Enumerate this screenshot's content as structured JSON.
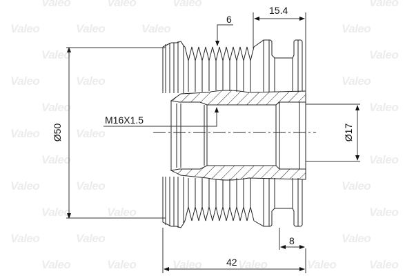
{
  "diagram": {
    "type": "technical-drawing",
    "subject": "alternator pulley cross-section",
    "watermark": "Valeo",
    "dimensions": {
      "groove_pitch": "6",
      "pulley_offset": "15.4",
      "thread": "M16X1.5",
      "outer_diameter": "Ø50",
      "inner_diameter": "Ø17",
      "hub_width": "8",
      "overall_length": "42"
    },
    "colors": {
      "line": "#222222",
      "watermark": "#ececec",
      "background": "#ffffff"
    }
  }
}
